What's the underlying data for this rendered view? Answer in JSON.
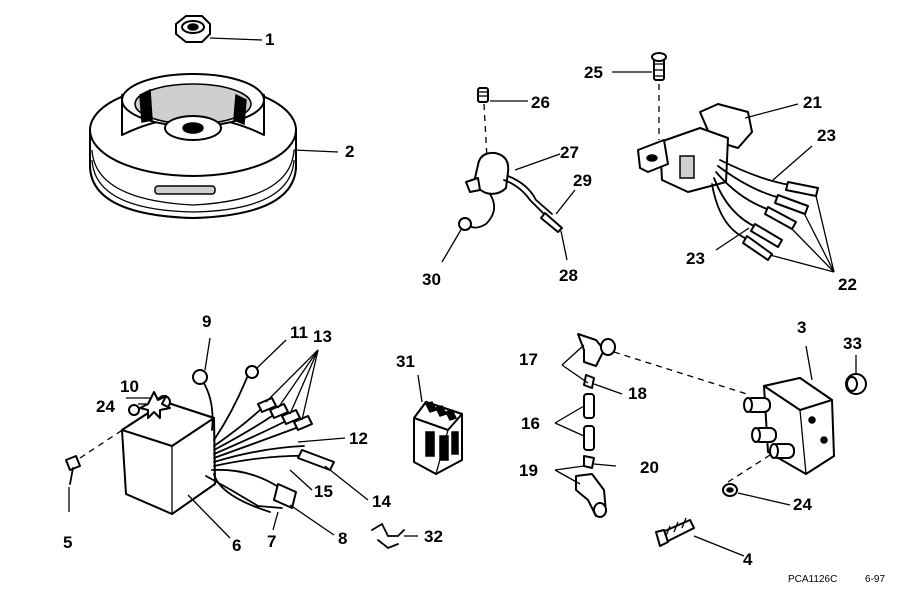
{
  "callouts": {
    "c1": "1",
    "c2": "2",
    "c3": "3",
    "c4": "4",
    "c5": "5",
    "c6": "6",
    "c7": "7",
    "c8": "8",
    "c9": "9",
    "c10": "10",
    "c11": "11",
    "c12": "12",
    "c13": "13",
    "c14": "14",
    "c15": "15",
    "c16": "16",
    "c17": "17",
    "c18": "18",
    "c19": "19",
    "c20": "20",
    "c21": "21",
    "c22": "22",
    "c23": "23",
    "c24": "24",
    "c25": "25",
    "c26": "26",
    "c27": "27",
    "c28": "28",
    "c29": "29",
    "c30": "30",
    "c31": "31",
    "c32": "32",
    "c33": "33"
  },
  "footer": {
    "part_code": "PCA1126C",
    "date": "6-97"
  }
}
